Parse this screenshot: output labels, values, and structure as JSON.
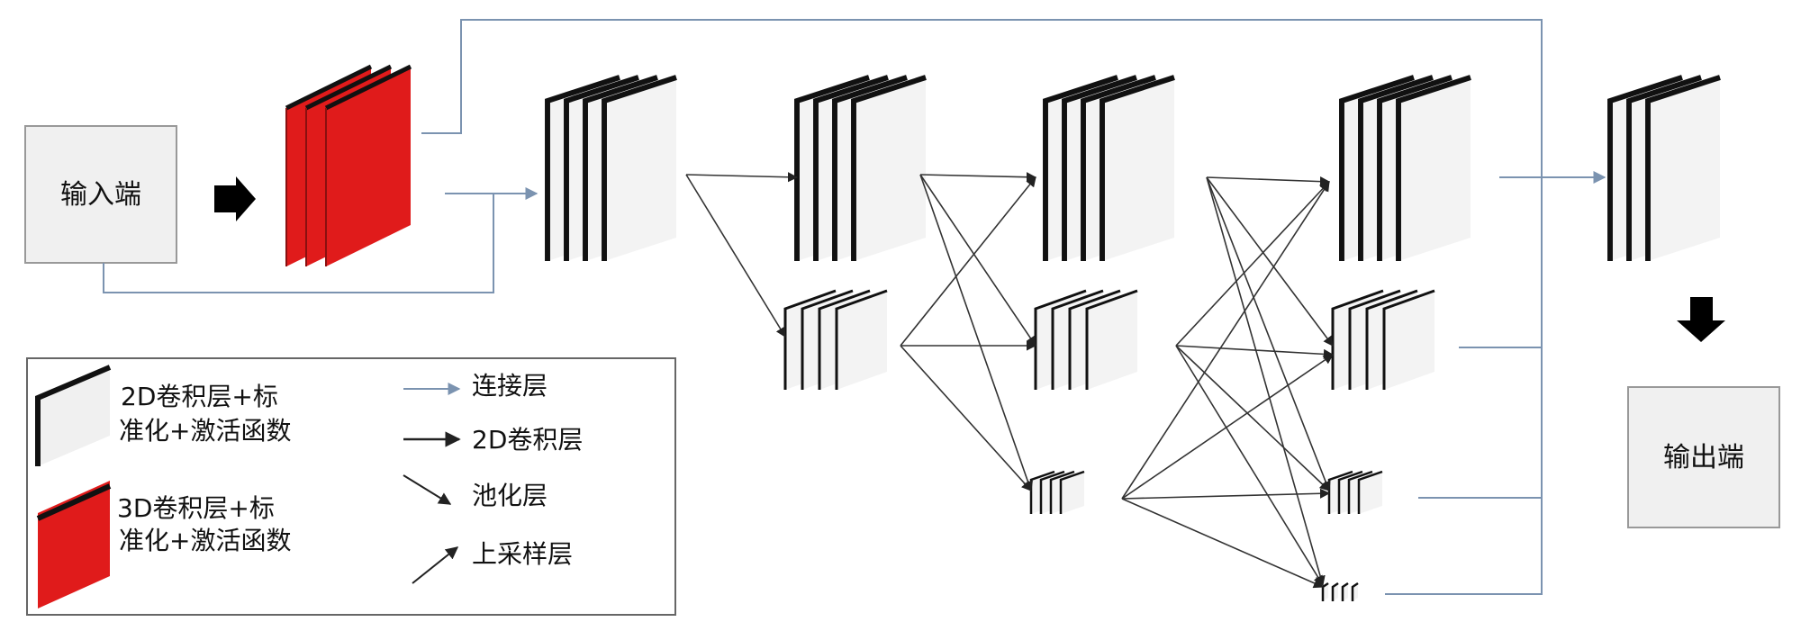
{
  "input_label": "输入端",
  "output_label": "输出端",
  "legend": {
    "conv2d_block_line1": "2D卷积层+标",
    "conv2d_block_line2": "准化+激活函数",
    "conv3d_block_line1": "3D卷积层+标",
    "conv3d_block_line2": "准化+激活函数",
    "connection_layer": "连接层",
    "conv2d_layer": "2D卷积层",
    "pooling_layer": "池化层",
    "upsampling_layer": "上采样层"
  },
  "colors": {
    "conv3d_red": "#e01b1b",
    "connection_blue": "#7b93b0",
    "stack_fill": "#f3f3f3",
    "stack_edge": "#111111"
  }
}
